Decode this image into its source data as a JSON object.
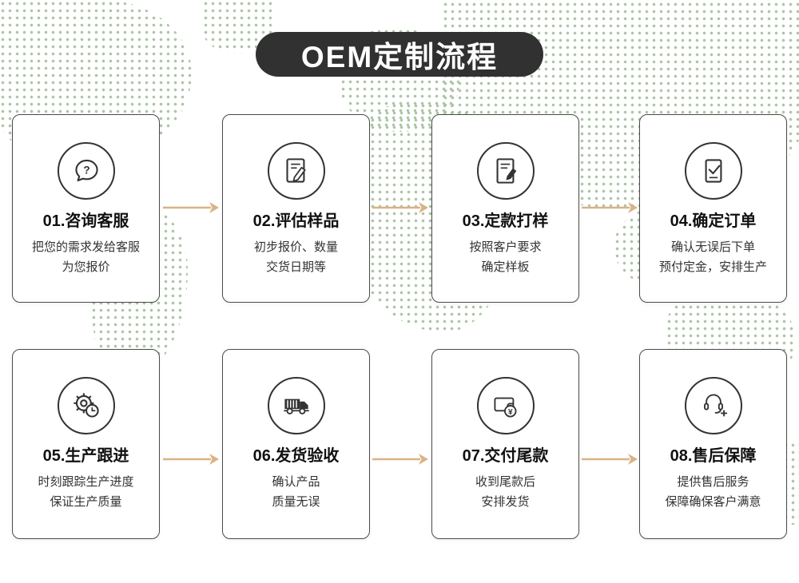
{
  "title": "OEM定制流程",
  "steps": [
    {
      "title": "01.咨询客服",
      "desc1": "把您的需求发给客服",
      "desc2": "为您报价",
      "icon": "chat-question-icon"
    },
    {
      "title": "02.评估样品",
      "desc1": "初步报价、数量",
      "desc2": "交货日期等",
      "icon": "document-pencil-icon"
    },
    {
      "title": "03.定款打样",
      "desc1": "按照客户要求",
      "desc2": "确定样板",
      "icon": "document-pen-icon"
    },
    {
      "title": "04.确定订单",
      "desc1": "确认无误后下单",
      "desc2": "预付定金，安排生产",
      "icon": "clipboard-check-icon"
    },
    {
      "title": "05.生产跟进",
      "desc1": "时刻跟踪生产进度",
      "desc2": "保证生产质量",
      "icon": "gear-clock-icon"
    },
    {
      "title": "06.发货验收",
      "desc1": "确认产品",
      "desc2": "质量无误",
      "icon": "truck-icon"
    },
    {
      "title": "07.交付尾款",
      "desc1": "收到尾款后",
      "desc2": "安排发货",
      "icon": "wallet-yen-icon"
    },
    {
      "title": "08.售后保障",
      "desc1": "提供售后服务",
      "desc2": "保障确保客户满意",
      "icon": "headset-icon"
    }
  ],
  "colors": {
    "banner_bg": "#313131",
    "banner_text": "#ffffff",
    "map_dot": "#a8c4a2",
    "arrow": "#d9b285",
    "card_border": "#4a4a4a"
  }
}
